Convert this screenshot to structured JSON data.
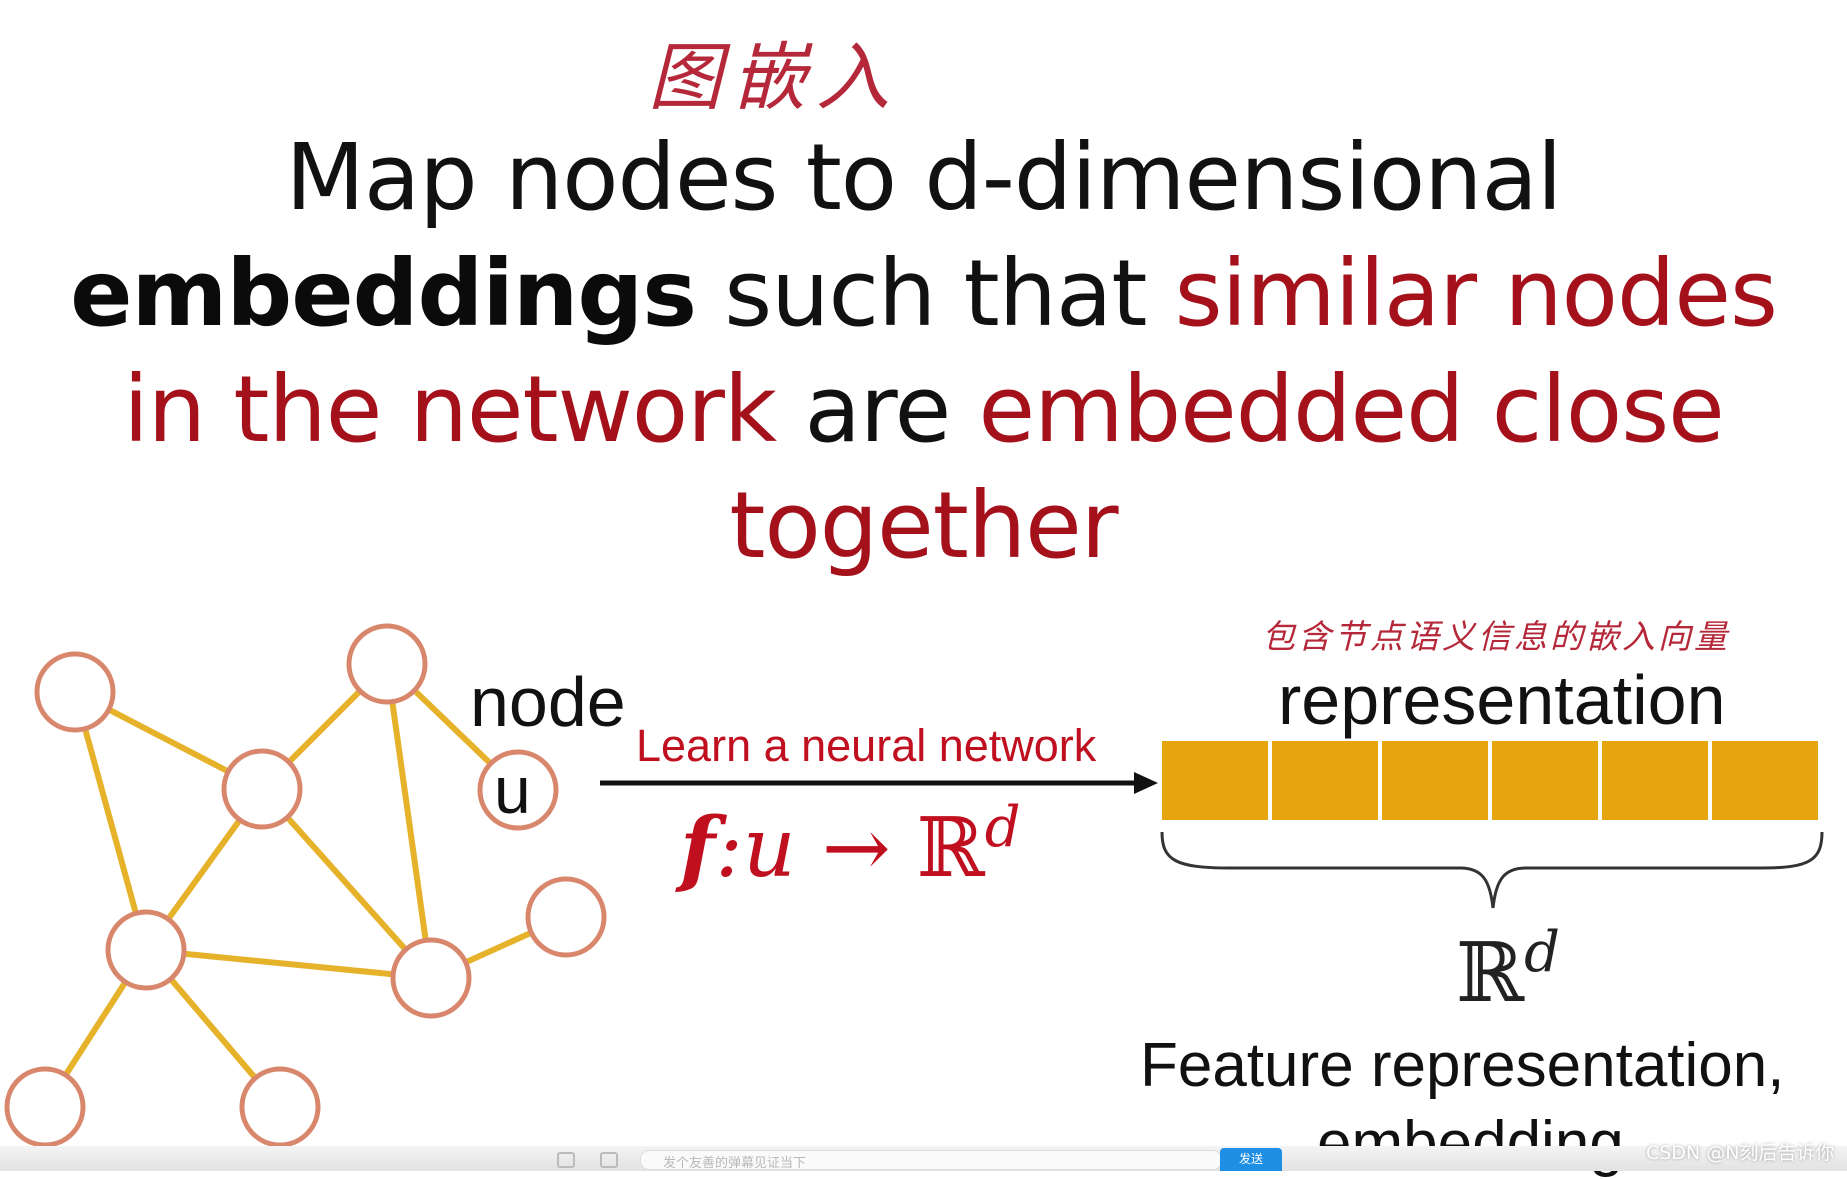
{
  "handwritten_title": "图嵌入",
  "headline": {
    "part1": "Map nodes to d-dimensional",
    "part2_bold": "embeddings",
    "part3": " such that ",
    "part4_red": "similar nodes in the network",
    "part5": " are ",
    "part6_red": "embedded close together"
  },
  "graph": {
    "node_label": "node",
    "node_u": "u"
  },
  "arrow": {
    "label": "Learn a neural network",
    "math_f": "f",
    "math_colon_u": ":u",
    "math_arrow": "→",
    "math_R": "ℝ",
    "math_sup": "d"
  },
  "representation": {
    "handwritten_note": "包含节点语义信息的嵌入向量",
    "label": "representation",
    "cells": 6,
    "cell_color": "#e6a50e",
    "brace_R": "ℝ",
    "brace_sup": "d",
    "feature_line1": "Feature representation,",
    "feature_line2": "embedding"
  },
  "colors": {
    "red_text": "#a5111b",
    "edge": "#e6b22a",
    "node_stroke": "#d9876c"
  },
  "bottom_bar": {
    "input_placeholder": "发个友善的弹幕见证当下",
    "send_label": "发送"
  },
  "watermark": "CSDN @N刻后告诉你"
}
